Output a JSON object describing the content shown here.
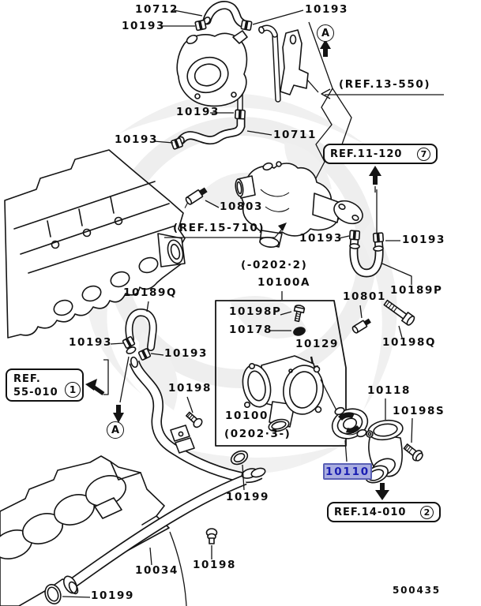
{
  "diagram": {
    "code": "500435",
    "highlight": {
      "bg": "#a9ade0",
      "border": "#5a60b5",
      "text": "#1a1eb2",
      "css": "background:#a9ade0;border:2px solid #5a60b5;color:#1a1eb2"
    }
  },
  "part_labels": {
    "n10712": "10712",
    "n10193": "10193",
    "n10711": "10711",
    "n10803": "10803",
    "n10189Q": "10189Q",
    "n10189P": "10189P",
    "n10801": "10801",
    "n10198Q": "10198Q",
    "n10198P": "10198P",
    "n10178": "10178",
    "n10129": "10129",
    "n10100A": "10100A",
    "n10100": "10100",
    "n10198": "10198",
    "n10198S": "10198S",
    "n10118": "10118",
    "n10110": "10110",
    "n10199": "10199",
    "n10034": "10034"
  },
  "date_codes": {
    "upper": "(-0202·2)",
    "lower": "(0202·3-)"
  },
  "refs": {
    "ref13": "(REF.13-550)",
    "ref15": "(REF.15-710)",
    "ref11": {
      "text": "REF.11-120",
      "num": "7"
    },
    "ref55": {
      "line1": "REF.",
      "line2": "55-010",
      "num": "1"
    },
    "ref14": {
      "text": "REF.14-010",
      "num": "2"
    }
  },
  "markers": {
    "view_a": "A"
  }
}
